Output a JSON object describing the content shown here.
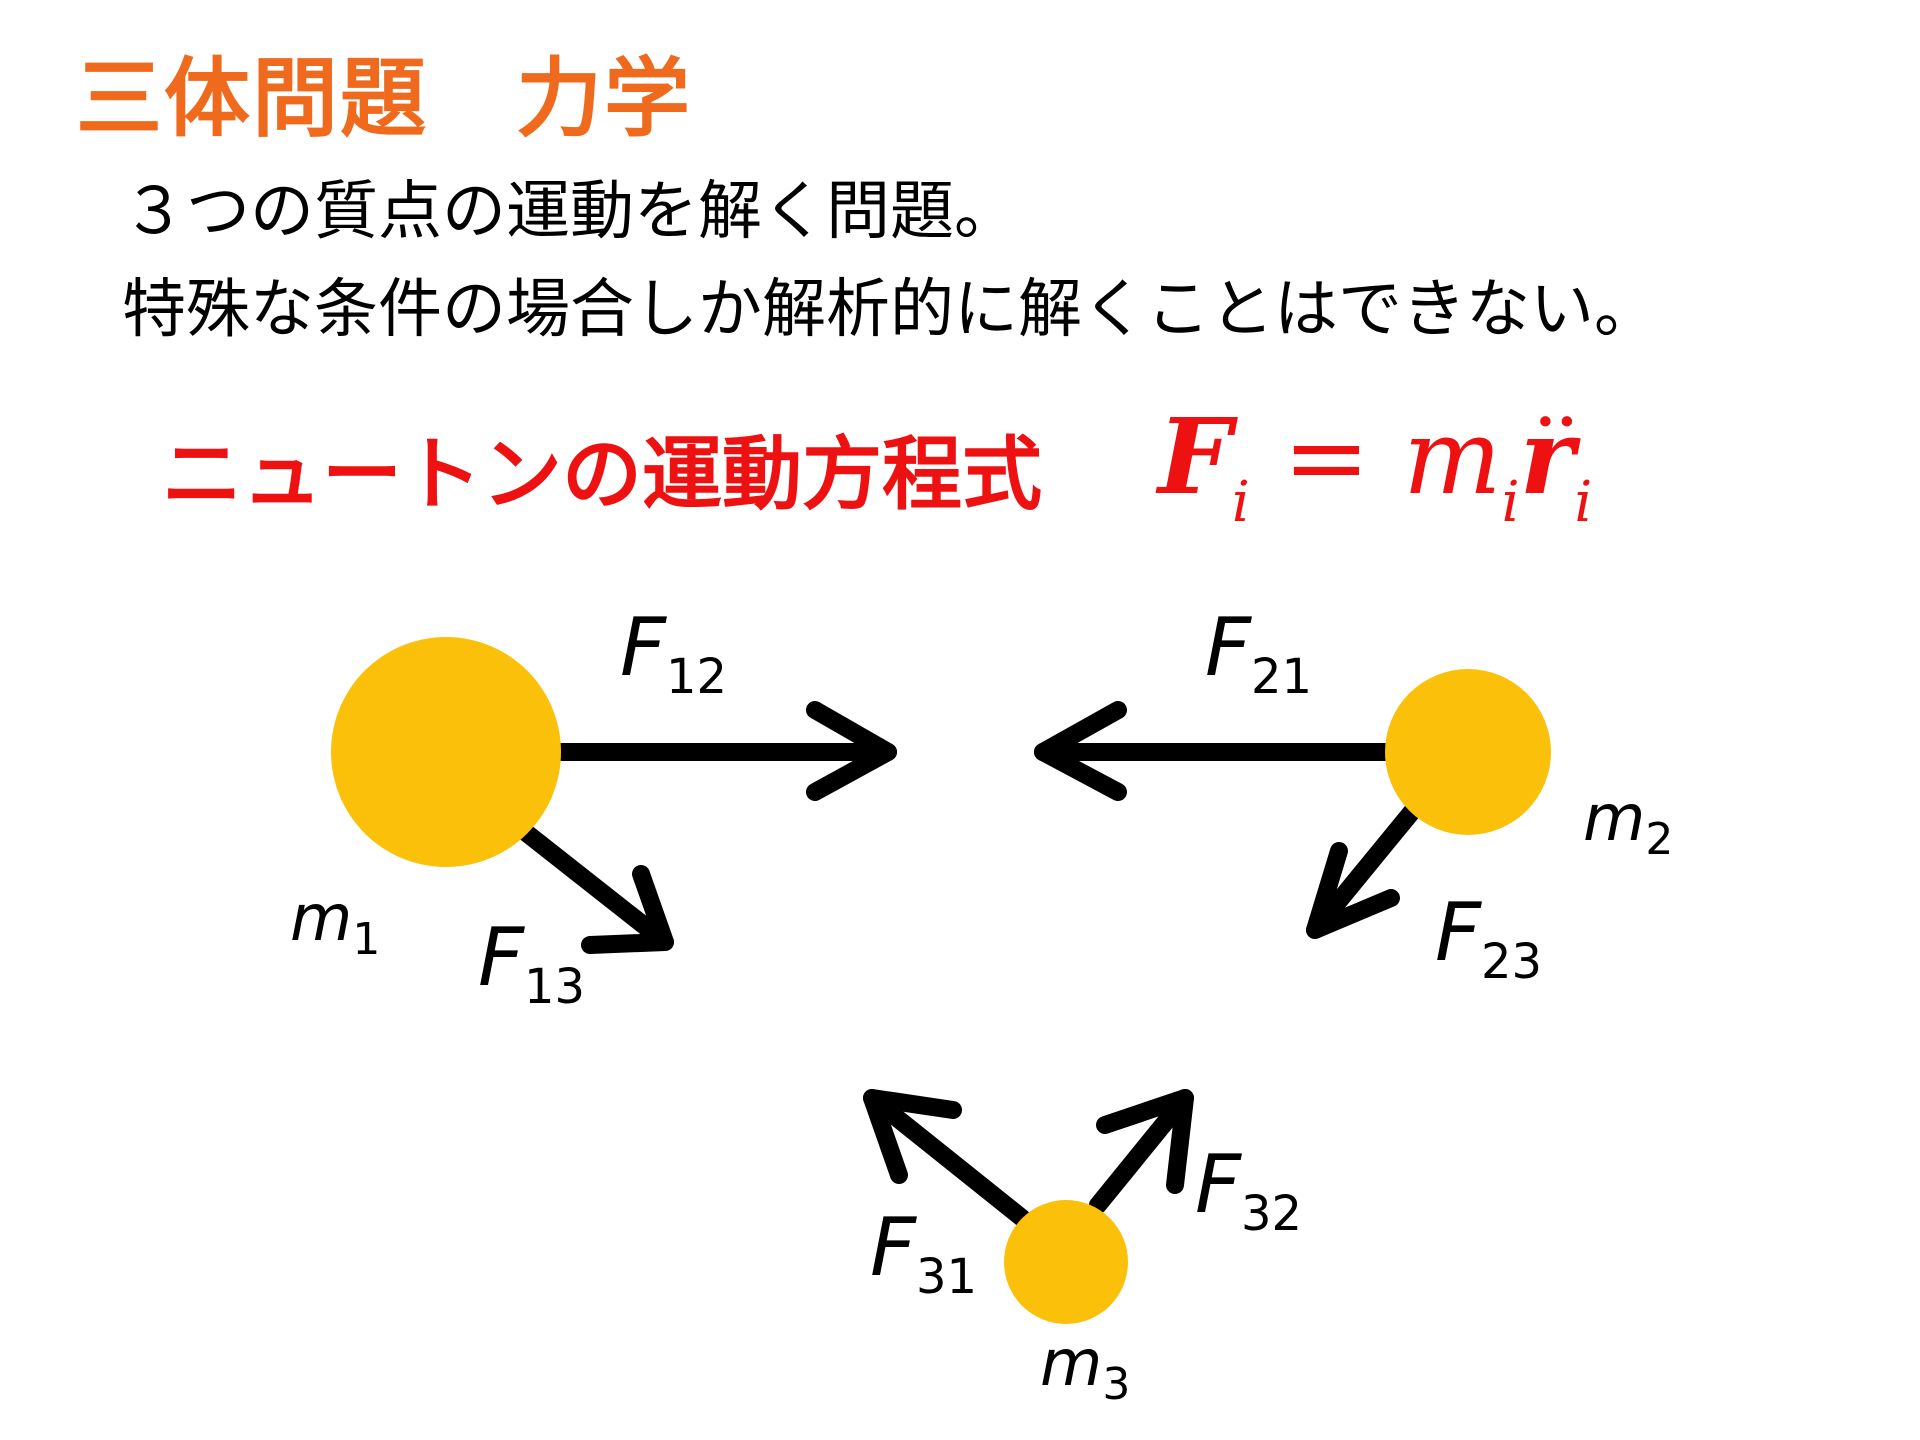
{
  "title": "三体問題　力学",
  "description": [
    "３つの質点の運動を解く問題。",
    "特殊な条件の場合しか解析的に解くことはできない。"
  ],
  "newton": {
    "heading": "ニュートンの運動方程式",
    "equation": {
      "F": "F",
      "i1": "i",
      "eq": "=",
      "m": "m",
      "i2": "i",
      "r": "r",
      "dots": "··",
      "i3": "i"
    }
  },
  "colors": {
    "title": "#f06a1e",
    "newton": "#ee1111",
    "body": "#fbc10a",
    "arrow": "#000000"
  },
  "masses": [
    {
      "name": "m",
      "sub": "1"
    },
    {
      "name": "m",
      "sub": "2"
    },
    {
      "name": "m",
      "sub": "3"
    }
  ],
  "forces": [
    {
      "name": "F",
      "sub": "12"
    },
    {
      "name": "F",
      "sub": "21"
    },
    {
      "name": "F",
      "sub": "13"
    },
    {
      "name": "F",
      "sub": "23"
    },
    {
      "name": "F",
      "sub": "31"
    },
    {
      "name": "F",
      "sub": "32"
    }
  ]
}
